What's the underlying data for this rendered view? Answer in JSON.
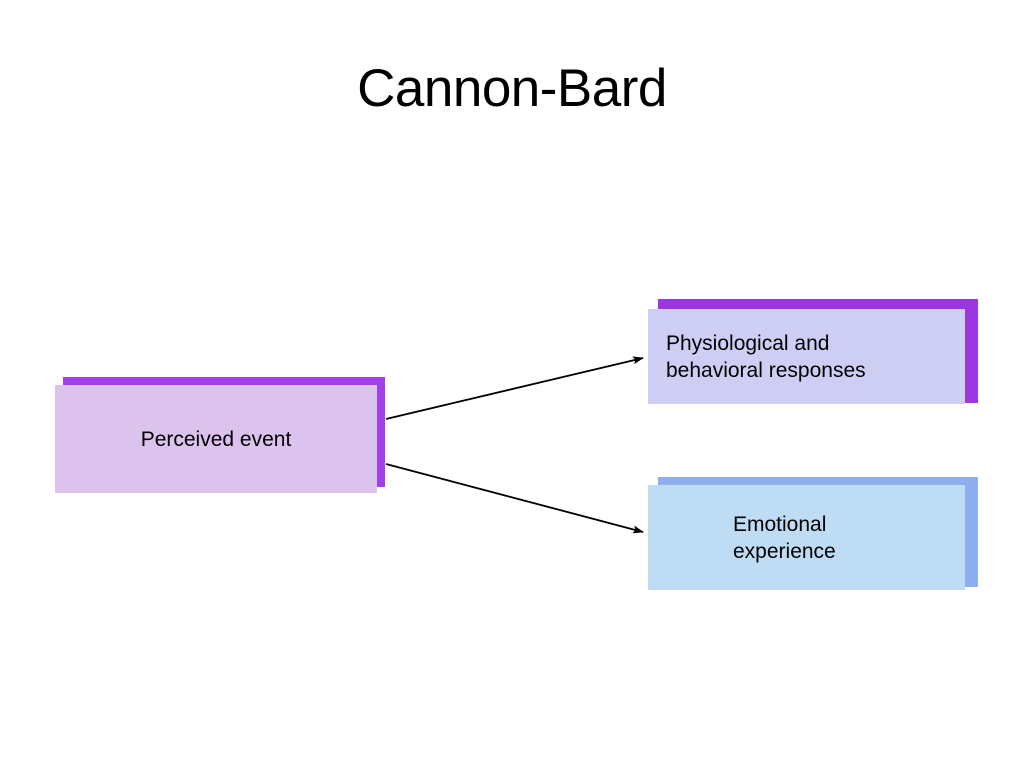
{
  "slide": {
    "title": "Cannon-Bard",
    "background_color": "#ffffff"
  },
  "diagram": {
    "type": "flow",
    "nodes": [
      {
        "id": "perceived-event",
        "label": "Perceived event",
        "fill_color": "#DCC3EE",
        "shadow_color": "#A23FE8",
        "text_align": "center"
      },
      {
        "id": "physiological",
        "label": "Physiological and\nbehavioral responses",
        "fill_color": "#CECEF5",
        "shadow_color": "#9B36E0",
        "text_align": "left"
      },
      {
        "id": "emotional",
        "label": "Emotional\nexperience",
        "fill_color": "#BEDDF4",
        "shadow_color": "#8FAEF0",
        "text_align": "left"
      }
    ],
    "connectors": [
      {
        "id": "arrow-to-physiological",
        "from": "perceived-event",
        "to": "physiological",
        "color": "#000000"
      },
      {
        "id": "arrow-to-emotional",
        "from": "perceived-event",
        "to": "emotional",
        "color": "#000000"
      }
    ]
  }
}
